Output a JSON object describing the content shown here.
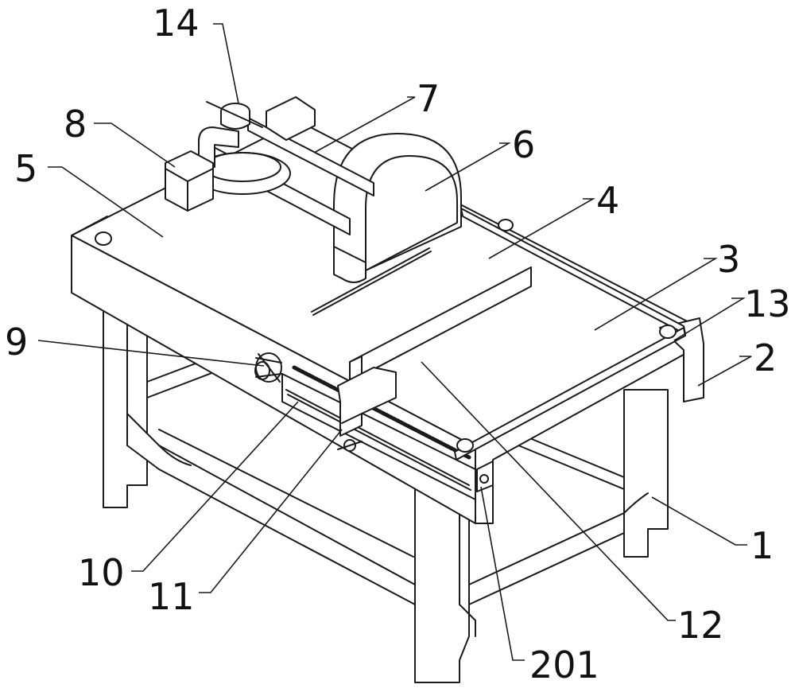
{
  "figure": {
    "callouts": [
      {
        "id": "c1",
        "text": "1"
      },
      {
        "id": "c2",
        "text": "2"
      },
      {
        "id": "c3",
        "text": "3"
      },
      {
        "id": "c4",
        "text": "4"
      },
      {
        "id": "c5",
        "text": "5"
      },
      {
        "id": "c6",
        "text": "6"
      },
      {
        "id": "c7",
        "text": "7"
      },
      {
        "id": "c8",
        "text": "8"
      },
      {
        "id": "c9",
        "text": "9"
      },
      {
        "id": "c10",
        "text": "10"
      },
      {
        "id": "c11",
        "text": "11"
      },
      {
        "id": "c12",
        "text": "12"
      },
      {
        "id": "c13",
        "text": "13"
      },
      {
        "id": "c14",
        "text": "14"
      },
      {
        "id": "c201",
        "text": "201"
      }
    ]
  }
}
